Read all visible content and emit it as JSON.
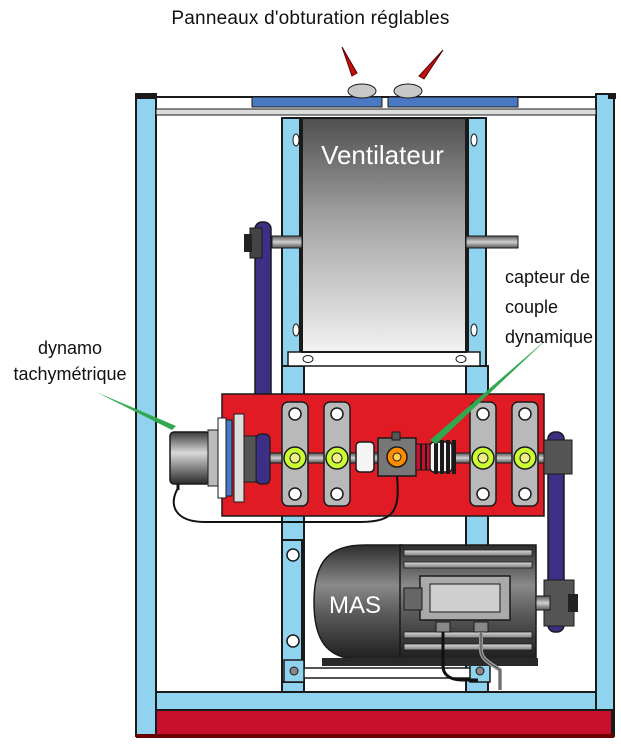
{
  "labels": {
    "title": "Panneaux d'obturation réglables",
    "fan": "Ventilateur",
    "torque_sensor": [
      "capteur de",
      "couple",
      "dynamique"
    ],
    "tacho_dynamo": [
      "dynamo",
      "tachymétrique"
    ],
    "motor": "MAS"
  },
  "colors": {
    "frame": "#8fd3ef",
    "frame_stroke": "#1a1a1a",
    "shutter": "#4a78c2",
    "base": "#c8102e",
    "plate": "#e01b24",
    "belt": "#3b2f86",
    "bearing": "#ccff33",
    "leader_red": "#c01010",
    "leader_green": "#2fa84f",
    "motor": "#555555",
    "fan": "#7a7a7a"
  }
}
